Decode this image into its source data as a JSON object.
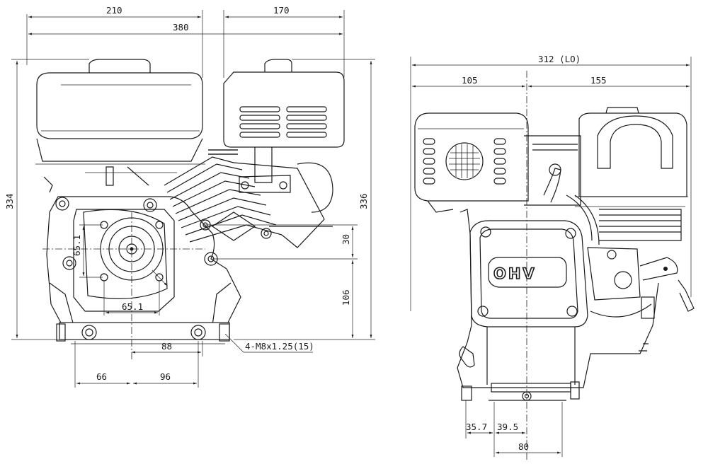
{
  "left_view": {
    "dim_top_left": "210",
    "dim_top_right": "170",
    "dim_overall_width": "380",
    "dim_height_left": "334",
    "dim_height_right": "336",
    "dim_flange_vertical": "65.1",
    "dim_flange_horizontal": "65.1",
    "dim_shaft_offset": "30",
    "dim_shaft_height": "106",
    "dim_base_88": "88",
    "dim_base_66": "66",
    "dim_base_96": "96",
    "mount_hole_callout": "4-M8x1.25(15)"
  },
  "right_view": {
    "dim_overall_length": "312 (LO)",
    "dim_left": "105",
    "dim_right": "155",
    "badge_text": "OHV",
    "dim_base_35": "35.7",
    "dim_base_39": "39.5",
    "dim_base_80": "80"
  }
}
